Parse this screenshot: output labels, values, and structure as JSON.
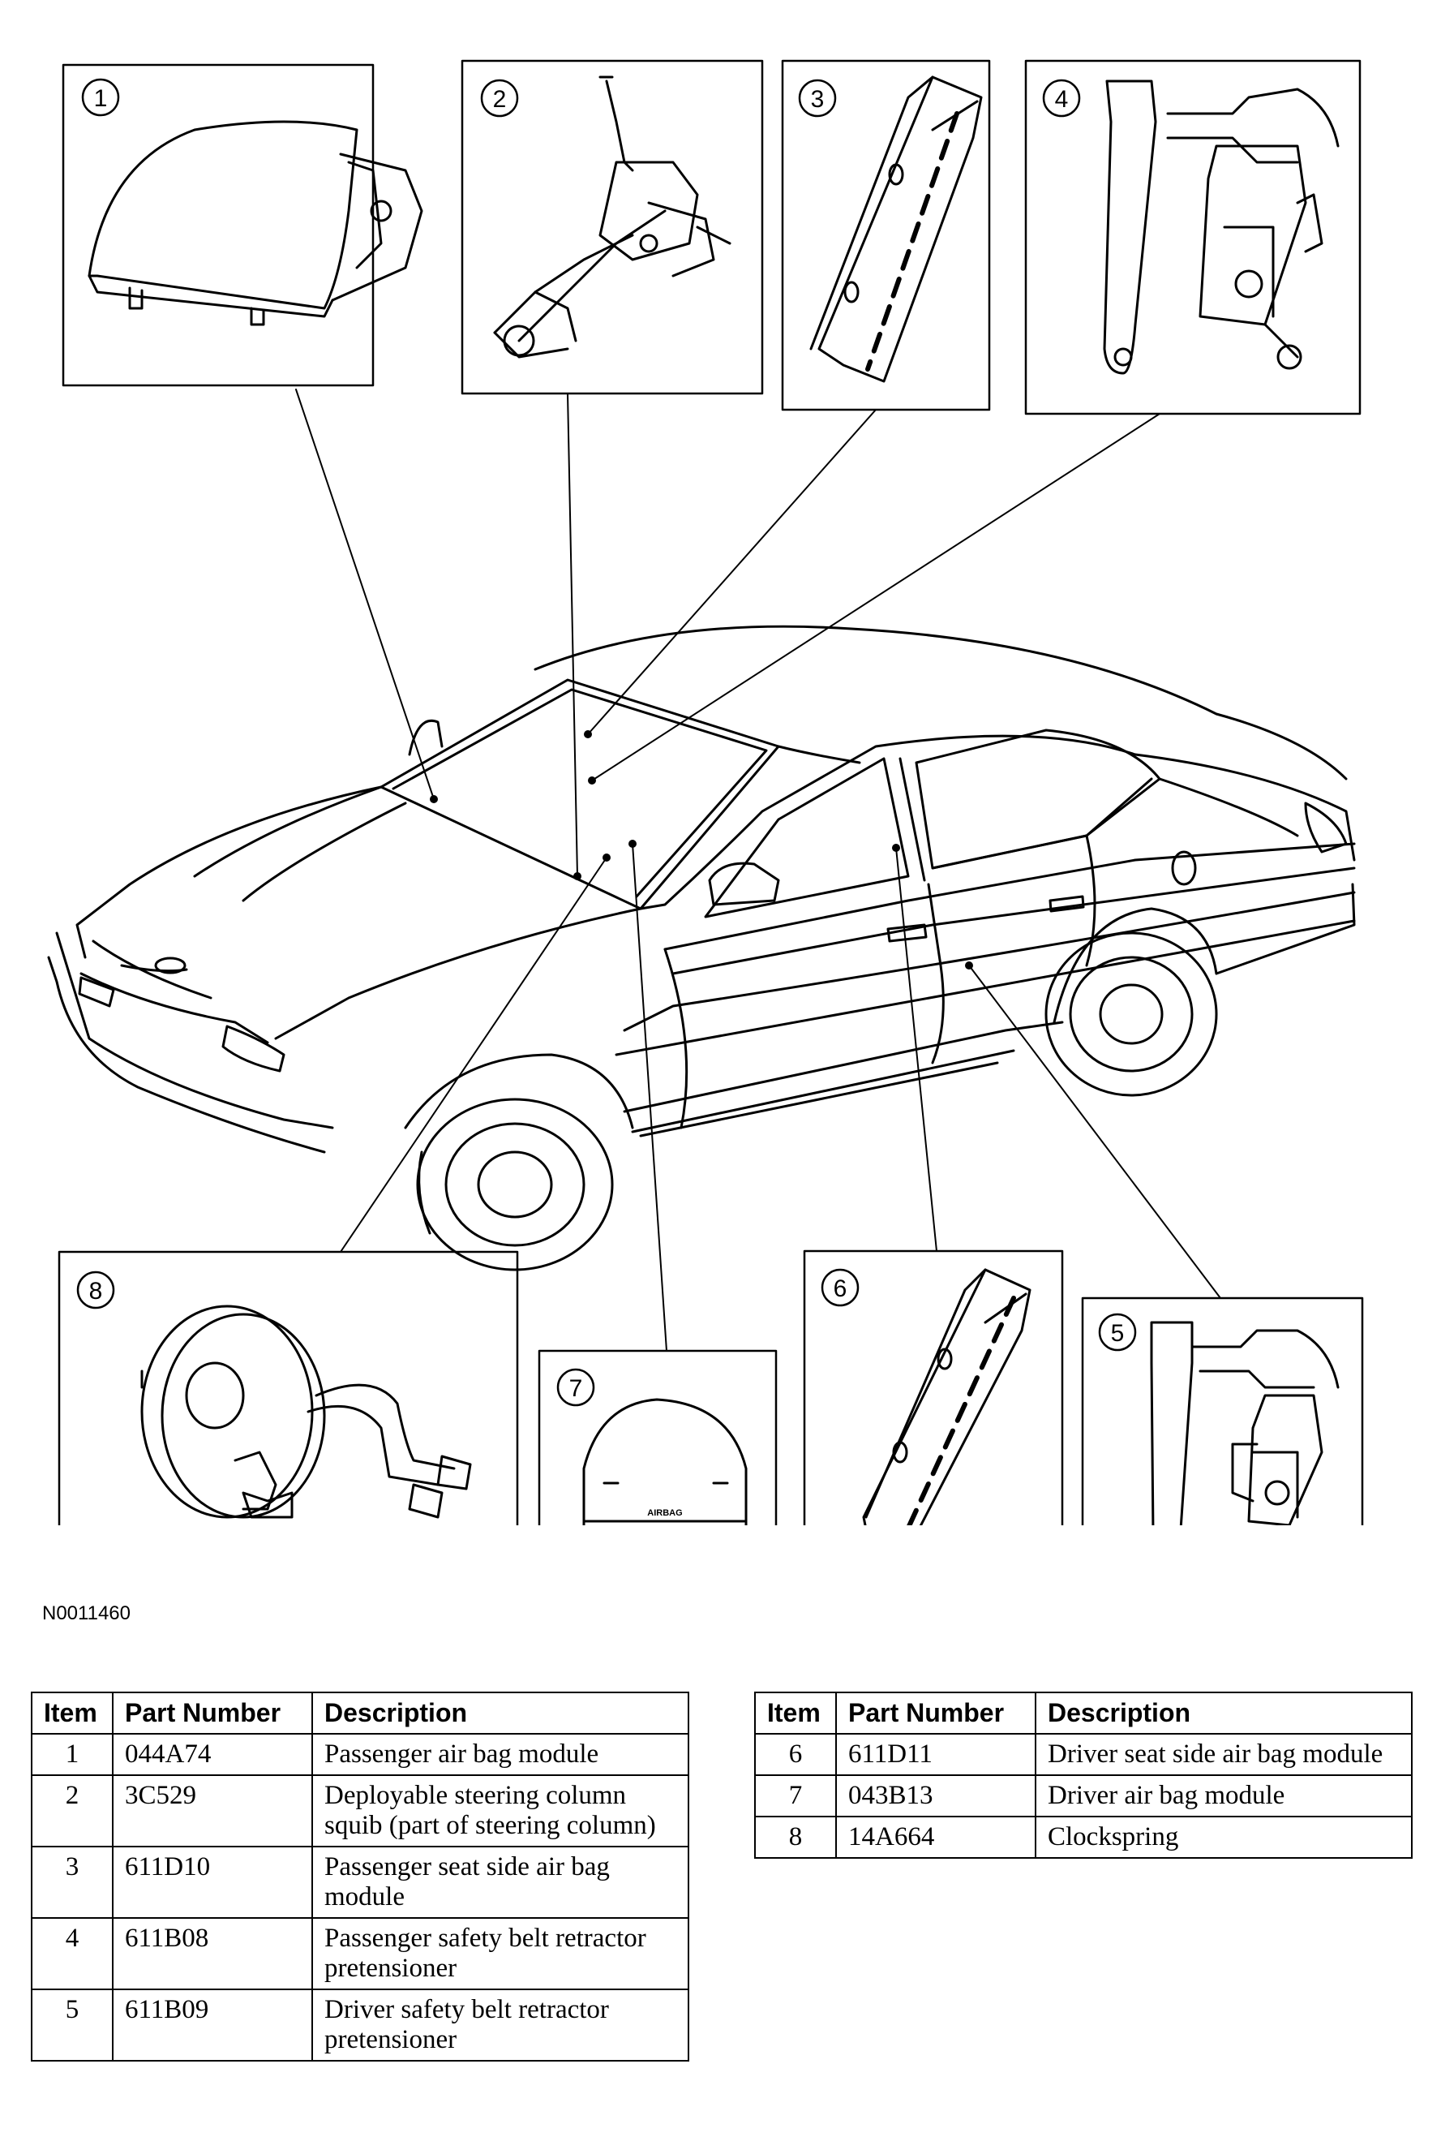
{
  "figure": {
    "callouts": [
      "1",
      "2",
      "3",
      "4",
      "5",
      "6",
      "7",
      "8"
    ],
    "code": "N0011460",
    "airbag_text": "AIRBAG"
  },
  "table_headers": {
    "item": "Item",
    "part_number": "Part Number",
    "description": "Description"
  },
  "parts_left": [
    {
      "item": "1",
      "part_number": "044A74",
      "description": "Passenger air bag module"
    },
    {
      "item": "2",
      "part_number": "3C529",
      "description": "Deployable steering column squib (part of steering column)"
    },
    {
      "item": "3",
      "part_number": "611D10",
      "description": "Passenger seat side air bag module"
    },
    {
      "item": "4",
      "part_number": "611B08",
      "description": "Passenger safety belt retractor pretensioner"
    },
    {
      "item": "5",
      "part_number": "611B09",
      "description": "Driver safety belt retractor pretensioner"
    }
  ],
  "parts_right": [
    {
      "item": "6",
      "part_number": "611D11",
      "description": "Driver seat side air bag module"
    },
    {
      "item": "7",
      "part_number": "043B13",
      "description": "Driver air bag module"
    },
    {
      "item": "8",
      "part_number": "14A664",
      "description": "Clockspring"
    }
  ]
}
